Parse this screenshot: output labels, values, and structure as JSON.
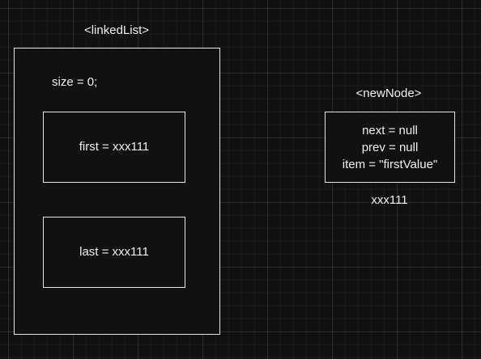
{
  "linked_list": {
    "title": "<linkedList>",
    "size_text": "size = 0;",
    "first_text": "first = xxx111",
    "last_text": "last = xxx111"
  },
  "new_node": {
    "title": "<newNode>",
    "next_text": "next = null",
    "prev_text": "prev = null",
    "item_text": "item = \"firstValue\"",
    "address_text": "xxx111"
  }
}
